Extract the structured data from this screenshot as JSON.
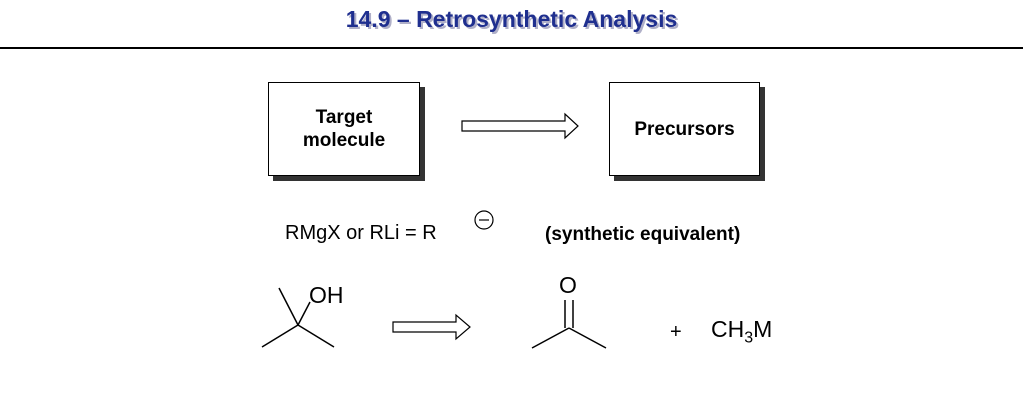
{
  "title": "14.9 – Retrosynthetic Analysis",
  "target_box": {
    "line1": "Target",
    "line2": "molecule"
  },
  "precursor_box": {
    "label": "Precursors"
  },
  "equivalence": {
    "text": "RMgX or RLi = R",
    "note": "(synthetic equivalent)"
  },
  "reaction": {
    "alcohol_label": "OH",
    "carbonyl_label": "O",
    "plus": "+",
    "reagent_main": "CH",
    "reagent_sub": "3",
    "reagent_end": "M"
  },
  "colors": {
    "title": "#1f2f8f",
    "title_shadow": "#b0b0c8"
  }
}
